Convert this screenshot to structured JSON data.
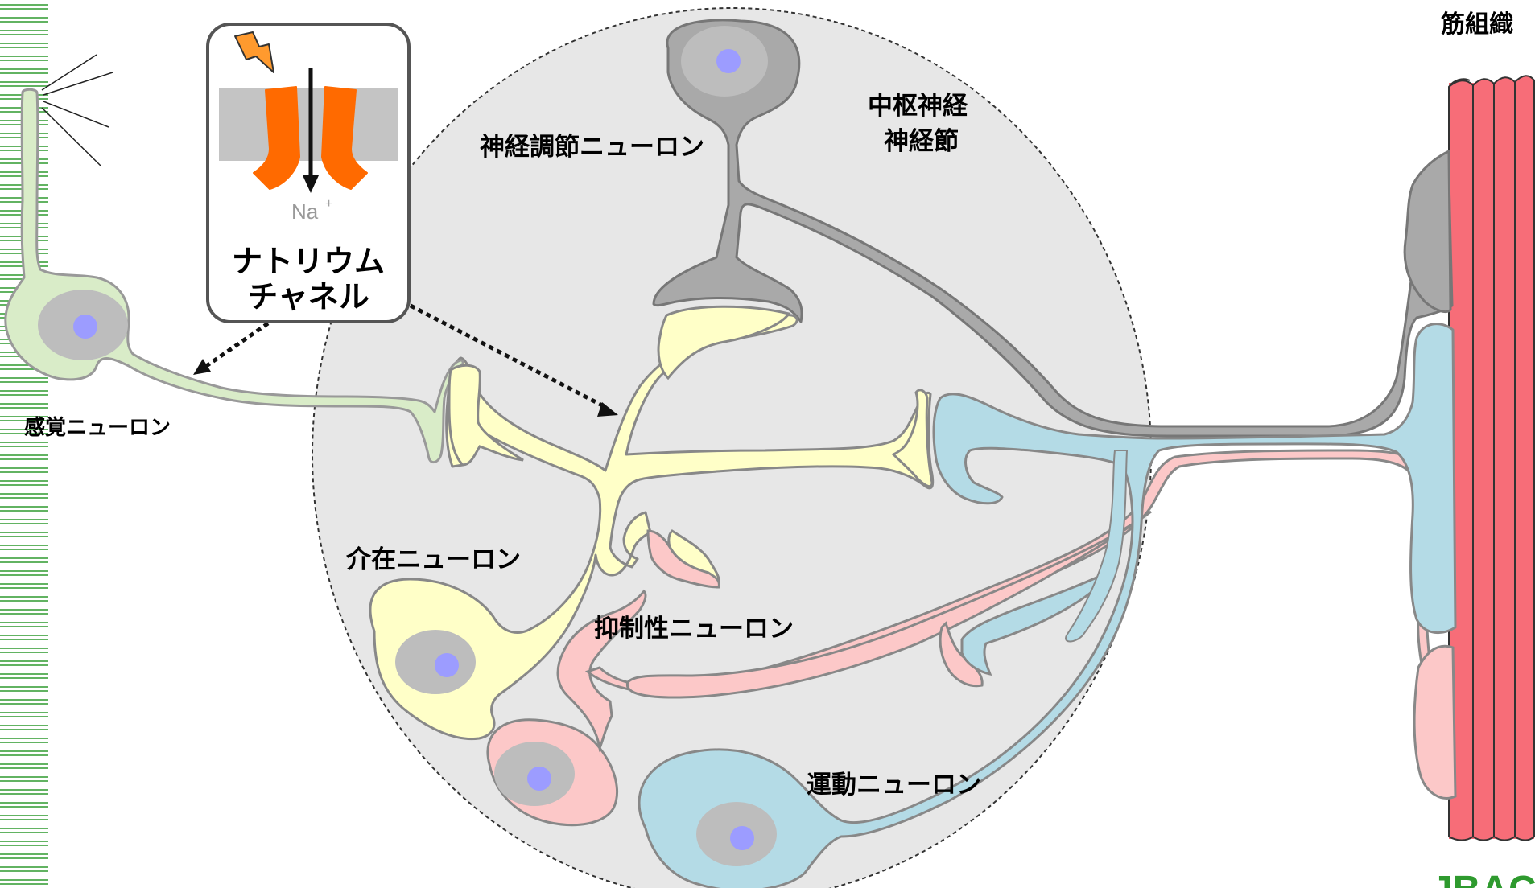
{
  "labels": {
    "sensory_neuron": "感覚ニューロン",
    "neuromodulatory_neuron": "神経調節ニューロン",
    "cns_line1": "中枢神経",
    "cns_line2": "神経節",
    "interneuron": "介在ニューロン",
    "inhibitory_neuron": "抑制性ニューロン",
    "motor_neuron": "運動ニューロン",
    "muscle": "筋組織",
    "ion": "Na",
    "ion_charge": "+",
    "channel_line1": "ナトリウム",
    "channel_line2": "チャネル",
    "logo_partial": "JBAC"
  },
  "colors": {
    "sensory": "#d9ecc8",
    "inter": "#ffffc8",
    "neuromod": "#a9a9a9",
    "inhibitory": "#fcc8c8",
    "motor": "#b4dbe6",
    "muscle": "#f76d78",
    "channel": "#ff6a00",
    "nucleus": "#9c9cff",
    "ganglion_bg": "#e7e7e7",
    "skin_lines": "#2e9a2e"
  },
  "icons": [
    "lightning-bolt-icon",
    "arrow-down-icon"
  ]
}
